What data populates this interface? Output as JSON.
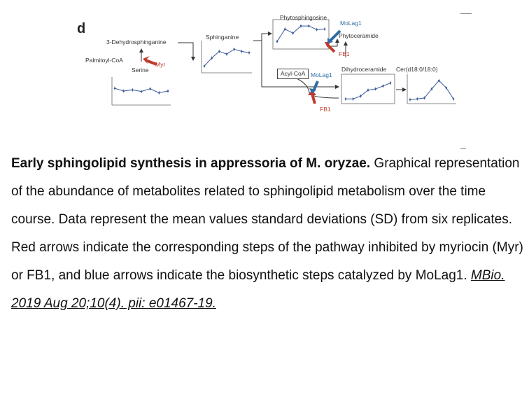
{
  "figure": {
    "panel_letter": "d",
    "labels": {
      "dehydrosphinganine": "3-Dehydrosphinganine",
      "palmitoyl_coa": "Palmitoyl-CoA",
      "myr": "Myr",
      "serine": "Serine",
      "sphinganine": "Sphinganine",
      "phytosphingosine": "Phytosphingosine",
      "molag1_top": "MoLag1",
      "phytoceramide": "Phytoceramide",
      "fb1_top": "FB1",
      "acyl_coa": "Acyl-CoA",
      "molag1_bottom": "MoLag1",
      "dihydroceramide": "Dihydroceramide",
      "cer": "Cer(d18:0/18:0)",
      "fb1_bottom": "FB1"
    },
    "colors": {
      "red_arrow": "#c0392b",
      "blue_arrow": "#2e6da4",
      "line": "#3a5a9a"
    },
    "mini_charts": [
      {
        "name": "serine",
        "values": [
          0.62,
          0.5,
          0.55,
          0.48,
          0.6,
          0.42,
          0.5
        ]
      },
      {
        "name": "sphinganine",
        "values": [
          0.15,
          0.45,
          0.7,
          0.6,
          0.78,
          0.7,
          0.65
        ]
      },
      {
        "name": "phytosphingosine",
        "values": [
          0.2,
          0.72,
          0.55,
          0.85,
          0.85,
          0.7,
          0.72
        ]
      },
      {
        "name": "dihydroceramide",
        "values": [
          0.08,
          0.08,
          0.2,
          0.45,
          0.5,
          0.62,
          0.75
        ]
      },
      {
        "name": "cer",
        "values": [
          0.05,
          0.08,
          0.12,
          0.5,
          0.85,
          0.55,
          0.08
        ]
      }
    ]
  },
  "caption": {
    "title": "Early sphingolipid synthesis in appressoria of M. oryzae.",
    "body": "Graphical representation of the abundance of metabolites related to sphingolipid metabolism over the time course. Data represent the mean values standard deviations (SD) from six replicates. Red arrows indicate the corresponding steps of the pathway inhibited by myriocin (Myr) or FB1, and blue arrows indicate the biosynthetic steps catalyzed by MoLag1.",
    "citation": "MBio. 2019 Aug 20;10(4). pii: e01467-19. "
  }
}
